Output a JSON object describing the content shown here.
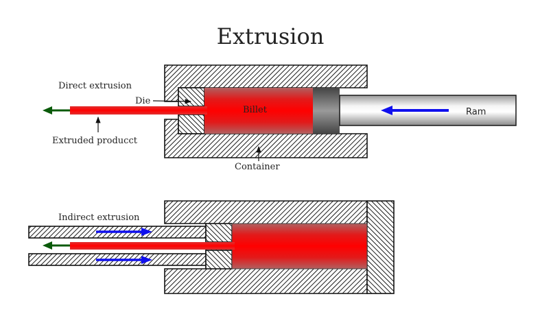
{
  "title": "Extrusion",
  "direct": {
    "heading": "Direct extrusion",
    "labels": {
      "die": "Die",
      "billet": "Billet",
      "ram": "Ram",
      "extruded_product": "Extruded producct",
      "container": "Container"
    }
  },
  "indirect": {
    "heading": "Indirect extrusion"
  },
  "colors": {
    "billet": "#ff0000",
    "product": "#ee1111",
    "flow_arrow": "#0a5a0a",
    "motion_arrow": "#1010ee",
    "hatch": "#222222"
  }
}
